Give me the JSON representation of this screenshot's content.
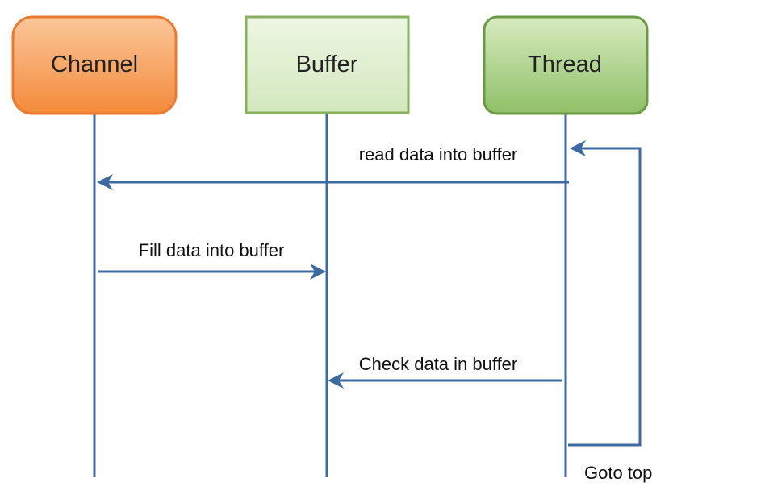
{
  "actors": {
    "channel": {
      "label": "Channel",
      "fill_top": "#fbc79a",
      "fill_bottom": "#f38a3a",
      "stroke": "#ec7a2e"
    },
    "buffer": {
      "label": "Buffer",
      "fill_top": "#eef6e4",
      "fill_bottom": "#d3e8bd",
      "stroke": "#86b05c"
    },
    "thread": {
      "label": "Thread",
      "fill_top": "#d7ebc0",
      "fill_bottom": "#8fc067",
      "stroke": "#6c9a43"
    }
  },
  "messages": {
    "read": {
      "label": "read data into buffer",
      "from": "thread",
      "to": "channel"
    },
    "fill": {
      "label": "Fill data into buffer",
      "from": "channel",
      "to": "buffer"
    },
    "check": {
      "label": "Check data in buffer",
      "from": "thread",
      "to": "buffer"
    },
    "loop": {
      "label": "Goto top",
      "from": "thread",
      "to": "thread"
    }
  },
  "colors": {
    "line": "#3d6aa0"
  }
}
